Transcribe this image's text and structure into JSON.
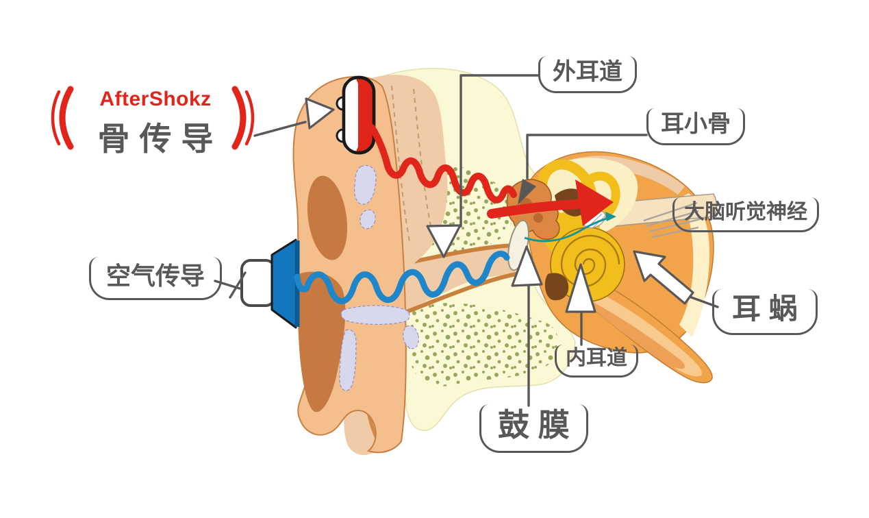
{
  "brand": {
    "name": "AfterShokz",
    "mode_label": "骨传导"
  },
  "labels": {
    "outer_ear_canal": "外耳道",
    "ossicles": "耳小骨",
    "brain_auditory_nerve": "大脑听觉神经",
    "cochlea": "耳 蜗",
    "internal_auditory_canal": "内耳道",
    "eardrum": "鼓 膜",
    "air_conduction": "空气传导"
  },
  "colors": {
    "accent_red": "#E0251B",
    "wave_blue": "#1E86C9",
    "speaker_blue": "#1276BE",
    "teal": "#16939B",
    "label_gray": "#595757",
    "skin": "#F4BE8D",
    "skin_light": "#EFCBA8",
    "bone_yellow": "#FBF8D5",
    "speckle_olive": "#8C9E50",
    "inner_orange": "#F2A44A",
    "cochlea_gold": "#F2BE1C",
    "cartilage_lavender": "#D8D8ED"
  }
}
